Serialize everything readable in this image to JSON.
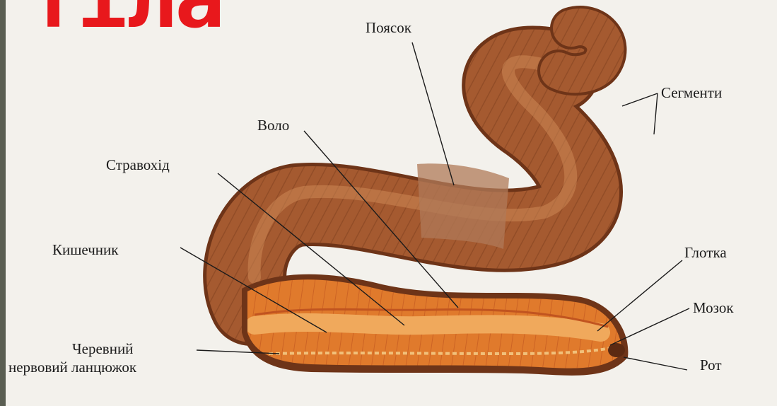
{
  "slide": {
    "title": "тіла"
  },
  "diagram": {
    "labels": {
      "poyasok": "Поясок",
      "segmenty": "Сегменти",
      "volo": "Воло",
      "stravokhid": "Стравохід",
      "kyshechnyk": "Кишечник",
      "hlotka": "Глотка",
      "mozok": "Мозок",
      "rot": "Рот",
      "cherevnyi_line1": "Черевний",
      "cherevnyi_line2": "нервовий ланцюжок"
    }
  },
  "colors": {
    "frame": "#5a5e52",
    "paper": "#f3f1ec",
    "title": "#e8181c",
    "worm_body": "#a55a30",
    "worm_dark": "#6e3418",
    "worm_inner": "#e07a2c"
  }
}
